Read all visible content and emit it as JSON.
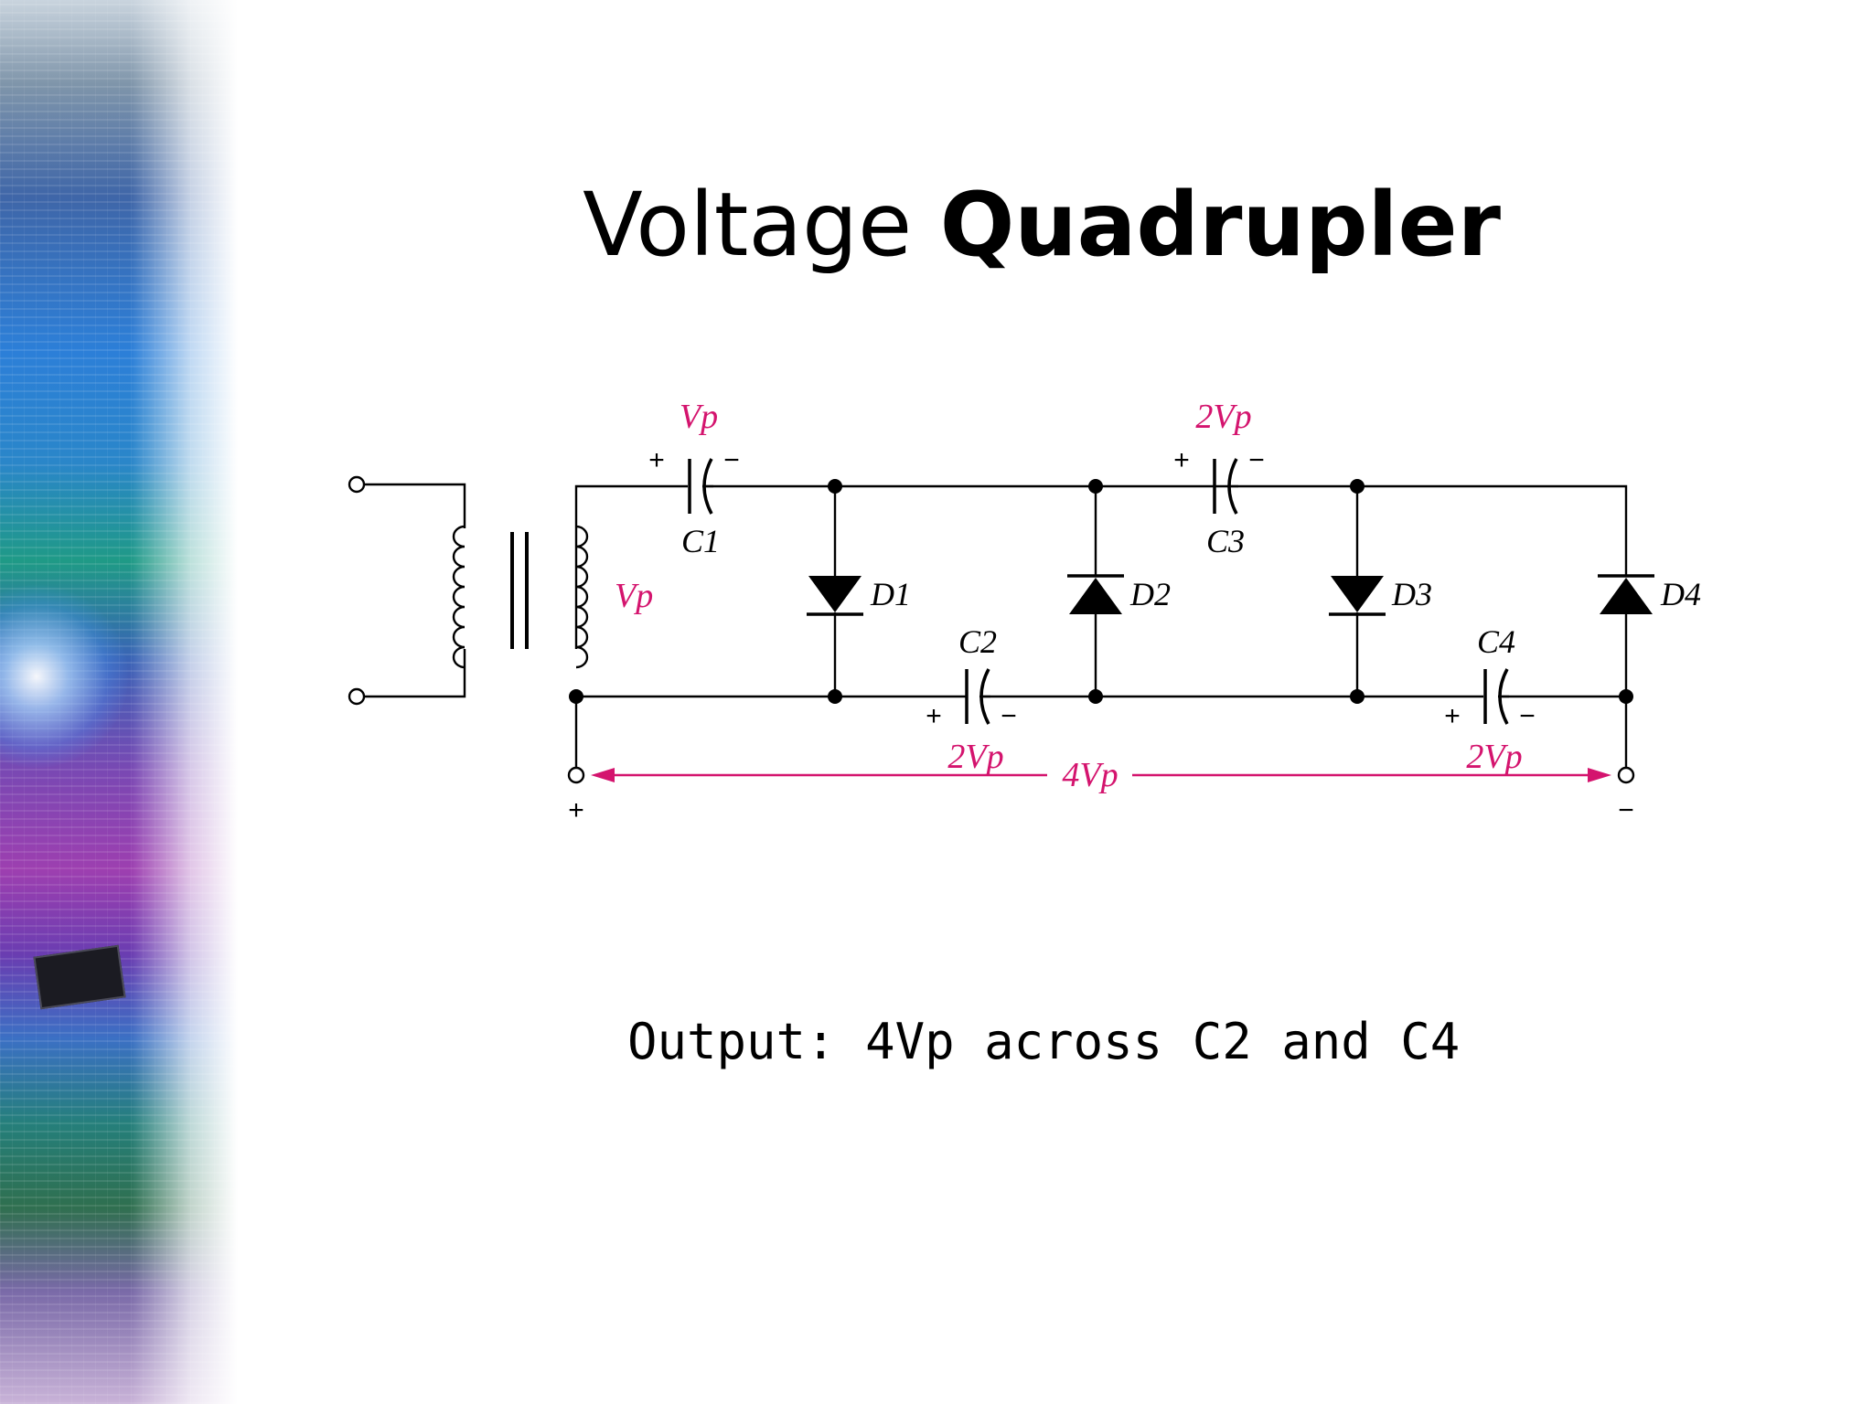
{
  "slide": {
    "title_part1": "Voltage",
    "title_part2": "Quadrupler",
    "caption": "Output: 4Vp across C2 and C4"
  },
  "diagram": {
    "voltage_labels": {
      "c1": "Vp",
      "c3": "2Vp",
      "secondary": "Vp",
      "c2": "2Vp",
      "c4": "2Vp",
      "output": "4Vp"
    },
    "components": {
      "c1": "C1",
      "c2": "C2",
      "c3": "C3",
      "c4": "C4",
      "d1": "D1",
      "d2": "D2",
      "d3": "D3",
      "d4": "D4"
    },
    "signs": {
      "plus": "+",
      "minus": "−"
    },
    "colors": {
      "wire": "#000000",
      "annotation": "#d4146e"
    }
  }
}
